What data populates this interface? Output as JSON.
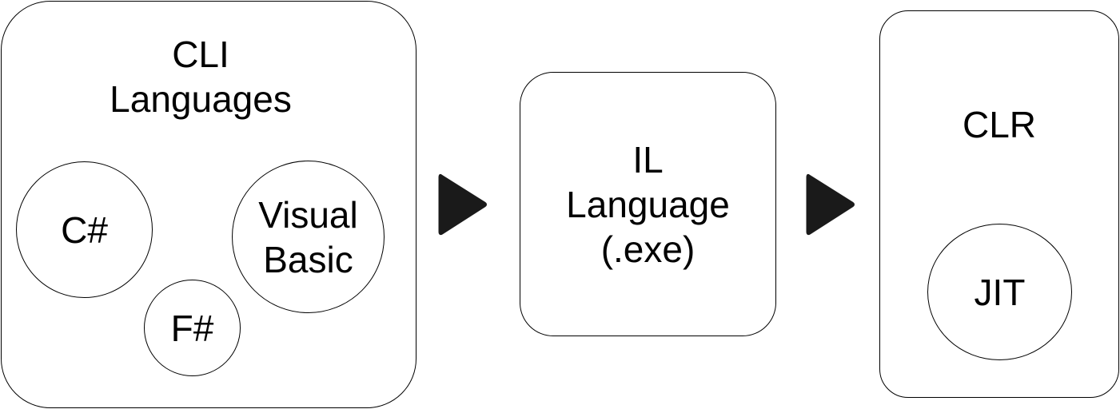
{
  "cli_box": {
    "title_line1": "CLI",
    "title_line2": "Languages",
    "languages": [
      {
        "label_line1": "C#",
        "label_line2": ""
      },
      {
        "label_line1": "Visual",
        "label_line2": "Basic"
      },
      {
        "label_line1": "F#",
        "label_line2": ""
      }
    ]
  },
  "il_box": {
    "line1": "IL",
    "line2": "Language",
    "line3": "(.exe)"
  },
  "clr_box": {
    "title": "CLR",
    "component": "JIT"
  },
  "arrows": [
    {
      "icon": "play-triangle-icon",
      "color": "#1a1a1a"
    },
    {
      "icon": "play-triangle-icon",
      "color": "#1a1a1a"
    }
  ]
}
